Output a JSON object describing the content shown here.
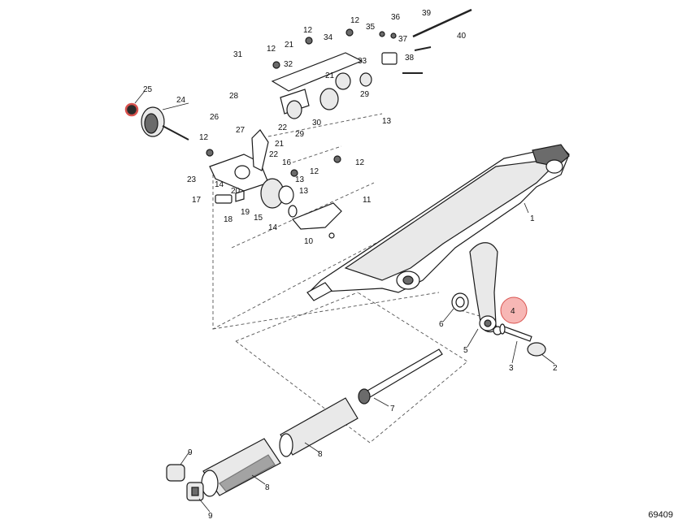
{
  "figure_number": "69409",
  "highlight_color": "#f7b7b5",
  "highlight_stroke": "#d9534f",
  "callouts": {
    "c1": "1",
    "c2": "2",
    "c3": "3",
    "c4": "4",
    "c5": "5",
    "c6": "6",
    "c7": "7",
    "c8a": "8",
    "c8b": "8",
    "c9a": "9",
    "c9b": "9",
    "c10": "10",
    "c11": "11",
    "c12a": "12",
    "c12b": "12",
    "c12c": "12",
    "c12d": "12",
    "c12e": "12",
    "c12f": "12",
    "c13a": "13",
    "c13b": "13",
    "c13c": "13",
    "c14a": "14",
    "c14b": "14",
    "c15": "15",
    "c16": "16",
    "c17": "17",
    "c18": "18",
    "c19": "19",
    "c20": "20",
    "c21a": "21",
    "c21b": "21",
    "c21c": "21",
    "c22a": "22",
    "c22b": "22",
    "c23": "23",
    "c24": "24",
    "c25": "25",
    "c26": "26",
    "c27": "27",
    "c28": "28",
    "c29a": "29",
    "c29b": "29",
    "c30": "30",
    "c31": "31",
    "c32": "32",
    "c33": "33",
    "c34": "34",
    "c35": "35",
    "c36": "36",
    "c37": "37",
    "c38": "38",
    "c39": "39",
    "c40": "40"
  }
}
